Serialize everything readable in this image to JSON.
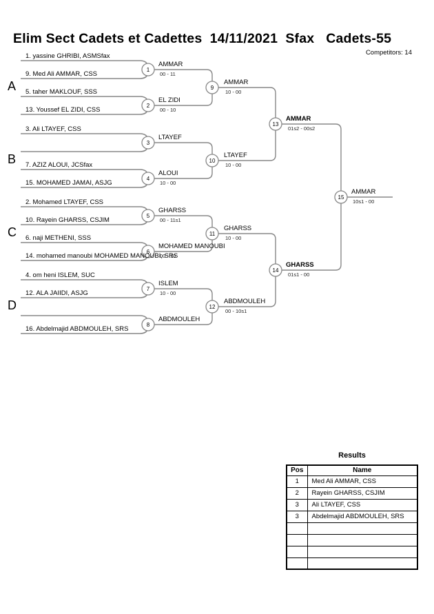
{
  "page": {
    "title": "Elim Sect Cadets et Cadettes  14/11/2021  Sfax   Cadets-55",
    "competitors_label": "Competitors: 14"
  },
  "bracket": {
    "sections": [
      "A",
      "B",
      "C",
      "D"
    ],
    "players": [
      "1. yassine GHRIBI, ASMSfax",
      "9. Med Ali AMMAR, CSS",
      "5. taher MAKLOUF, SSS",
      "13. Youssef EL ZIDI, CSS",
      "3. Ali LTAYEF, CSS",
      "",
      "7. AZIZ ALOUI, JCSfax",
      "15. MOHAMED JAMAI, ASJG",
      "2. Mohamed LTAYEF, CSS",
      "10. Rayein GHARSS, CSJIM",
      "6. naji METHENI, SSS",
      "14. mohamed manoubi MOHAMED MANOUBI, SRS",
      "4. om heni ISLEM, SUC",
      "12. ALA JAIIDI, ASJG",
      "",
      "16. Abdelmajid ABDMOULEH, SRS"
    ],
    "matches": [
      {
        "no": "1",
        "winner": "AMMAR",
        "score": "00 - 11"
      },
      {
        "no": "2",
        "winner": "EL ZIDI",
        "score": "00 - 10"
      },
      {
        "no": "3",
        "winner": "LTAYEF",
        "score": ""
      },
      {
        "no": "4",
        "winner": "ALOUI",
        "score": "10 - 00"
      },
      {
        "no": "5",
        "winner": "GHARSS",
        "score": "00 - 11s1"
      },
      {
        "no": "6",
        "winner": "MOHAMED MANOUBI",
        "score": "00 - 10"
      },
      {
        "no": "7",
        "winner": "ISLEM",
        "score": "10 - 00"
      },
      {
        "no": "8",
        "winner": "ABDMOULEH",
        "score": ""
      },
      {
        "no": "9",
        "winner": "AMMAR",
        "score": "10 - 00"
      },
      {
        "no": "10",
        "winner": "LTAYEF",
        "score": "10 - 00"
      },
      {
        "no": "11",
        "winner": "GHARSS",
        "score": "10 - 00"
      },
      {
        "no": "12",
        "winner": "ABDMOULEH",
        "score": "00 - 10s1"
      },
      {
        "no": "13",
        "winner": "AMMAR",
        "score": "01s2 - 00s2"
      },
      {
        "no": "14",
        "winner": "GHARSS",
        "score": "01s1 - 00"
      },
      {
        "no": "15",
        "winner": "AMMAR",
        "score": "10s1 - 00"
      }
    ]
  },
  "results": {
    "title": "Results",
    "columns": {
      "pos": "Pos",
      "name": "Name"
    },
    "rows": [
      {
        "pos": "1",
        "name": "Med Ali AMMAR, CSS"
      },
      {
        "pos": "2",
        "name": "Rayein GHARSS, CSJIM"
      },
      {
        "pos": "3",
        "name": "Ali LTAYEF, CSS"
      },
      {
        "pos": "3",
        "name": "Abdelmajid ABDMOULEH, SRS"
      },
      {
        "pos": "",
        "name": ""
      },
      {
        "pos": "",
        "name": ""
      },
      {
        "pos": "",
        "name": ""
      },
      {
        "pos": "",
        "name": ""
      }
    ]
  }
}
